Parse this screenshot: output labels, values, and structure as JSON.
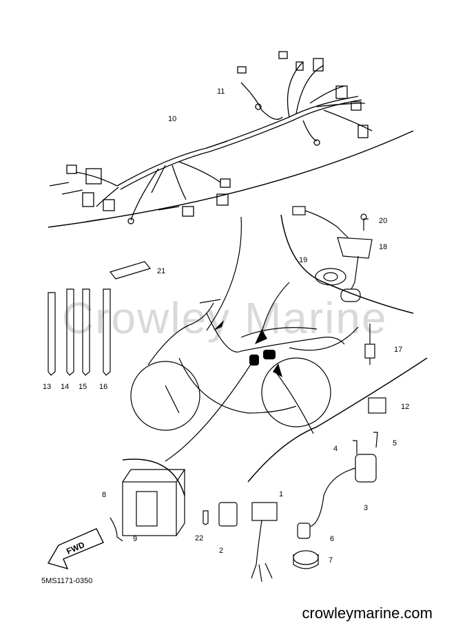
{
  "diagram": {
    "part_code": "5MS1171-0350",
    "watermark": "Crowley Marine",
    "footer_site": "crowleymarine.com",
    "arrow_label": "FWD",
    "callouts": [
      "1",
      "2",
      "3",
      "4",
      "5",
      "6",
      "7",
      "8",
      "9",
      "10",
      "11",
      "12",
      "13",
      "14",
      "15",
      "16",
      "17",
      "18",
      "19",
      "20",
      "21",
      "22"
    ]
  }
}
